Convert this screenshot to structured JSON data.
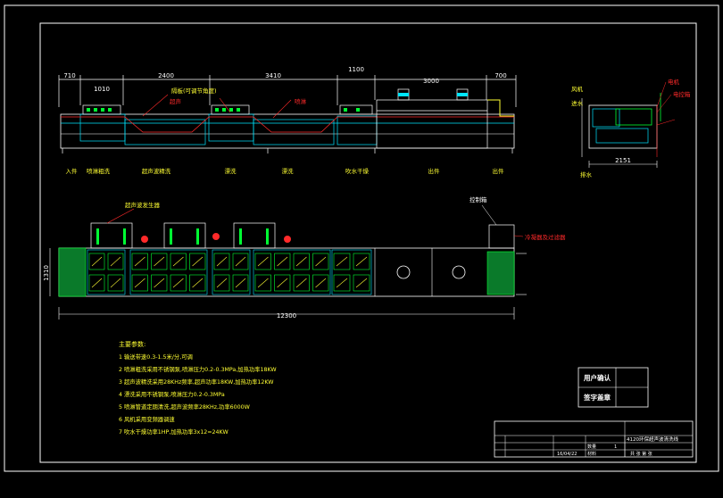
{
  "colors": {
    "background": "#000000",
    "frame": "#ffffff",
    "line_cyan": "#00e5ff",
    "line_green": "#00ff33",
    "line_red": "#ff2a2a",
    "line_yellow": "#ffff33",
    "text_yellow": "#ffff33"
  },
  "elevation": {
    "dims": [
      "710",
      "1010",
      "2400",
      "3410",
      "1100",
      "3000",
      "700"
    ],
    "annotations": [
      "隔板(可调节角度)",
      "超声",
      "喷淋"
    ],
    "stations": [
      "入件",
      "喷淋粗洗",
      "超声波精洗",
      "漂洗",
      "漂洗",
      "吹水干燥",
      "出件"
    ]
  },
  "side_view": {
    "labels_left": [
      "风机",
      "进水"
    ],
    "labels_right": [
      "电机",
      "电控箱"
    ],
    "label_bottom": "排水",
    "dim_width": "2151"
  },
  "plan": {
    "dim_height": "1310",
    "dim_length": "12300",
    "label_top_left": "超声波发生器",
    "label_top_right": "控制箱",
    "label_right": "冷凝器及过滤器"
  },
  "notes": {
    "title": "主要参数:",
    "items": [
      "1 输送带速0.3-1.5米/分,可调",
      "2 喷淋粗洗采用不锈钢泵,喷淋压力0.2-0.3MPa,加热功率18KW",
      "3 超声波精洗采用28KHz频率,超声功率18KW,加热功率12KW",
      "4 漂洗采用不锈钢泵,喷淋压力0.2-0.3MPa",
      "5 喷淋管道定期清洗,超声波频率28KHz,功率6000W",
      "6 风机采用变频器调速",
      "7 吹水干燥功率1HP,加热功率3x12=24KW"
    ]
  },
  "user_box": {
    "row1": "用户确认",
    "row2": "签字盖章"
  },
  "title_block": {
    "drawing_name": "4120环保超声波清洗线",
    "label_qty": "数量",
    "qty": "1",
    "label_material": "材料",
    "date": "16/04/22",
    "label_sheets": "共 张 第 张"
  }
}
